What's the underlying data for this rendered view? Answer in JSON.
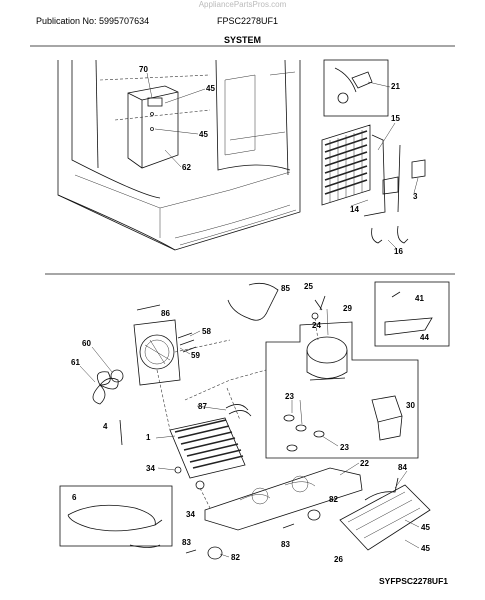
{
  "header": {
    "watermark": "AppliancePartsPros.com",
    "publication": "Publication No: 5995707634",
    "model": "FPSC2278UF1",
    "section": "SYSTEM"
  },
  "footer": {
    "diagram_code": "SYFPSC2278UF1"
  },
  "callouts": [
    "70",
    "45",
    "45",
    "62",
    "21",
    "15",
    "3",
    "14",
    "16",
    "85",
    "25",
    "29",
    "24",
    "86",
    "58",
    "59",
    "60",
    "61",
    "41",
    "44",
    "87",
    "30",
    "23",
    "23",
    "4",
    "1",
    "34",
    "22",
    "84",
    "6",
    "34",
    "82",
    "83",
    "83",
    "82",
    "45",
    "26",
    "45"
  ]
}
